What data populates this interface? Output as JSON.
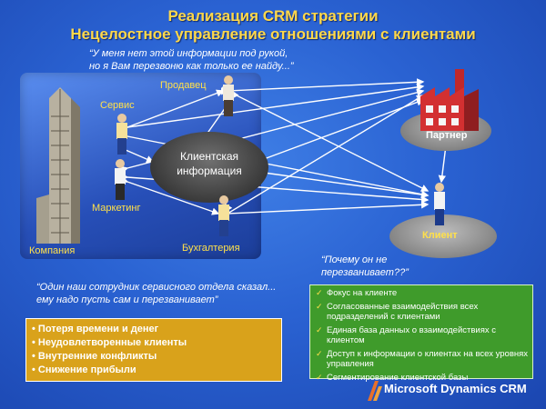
{
  "title": {
    "line1": "Реализация CRM стратегии",
    "line2": "Нецелостное управление отношениями с клиентами"
  },
  "quotes": {
    "top_line1": "“У меня нет этой информации под рукой,",
    "top_line2": "но я Вам перезвоню как только ее найду...”",
    "client_line1": "“Почему он не",
    "client_line2": "перезванивает??”",
    "bottom_line1": "“Один наш сотрудник сервисного отдела сказал...",
    "bottom_line2": "ему надо пусть сам и перезванивает”"
  },
  "labels": {
    "seller": "Продавец",
    "service": "Сервис",
    "marketing": "Маркетинг",
    "accounting": "Бухгалтерия",
    "company": "Компания",
    "partner": "Партнер",
    "client": "Клиент",
    "center_line1": "Клиентская",
    "center_line2": "информация"
  },
  "problems": [
    "• Потеря времени и денег",
    "• Неудовлетворенные клиенты",
    "• Внутренние конфликты",
    "• Снижение прибыли"
  ],
  "benefits": [
    "Фокус на клиенте",
    "Согласованные взаимодействия всех подразделений с клиентами",
    "Единая база данных о взаимодействиях с клиентом",
    "Доступ к информации о клиентах на всех уровнях управления",
    "Сегментирование клиентской базы"
  ],
  "logo": {
    "text": "Microsoft Dynamics CRM"
  },
  "colors": {
    "accent": "#ffd84a",
    "green_box": "#3f9b2b",
    "orange_box": "#d9a21b"
  }
}
